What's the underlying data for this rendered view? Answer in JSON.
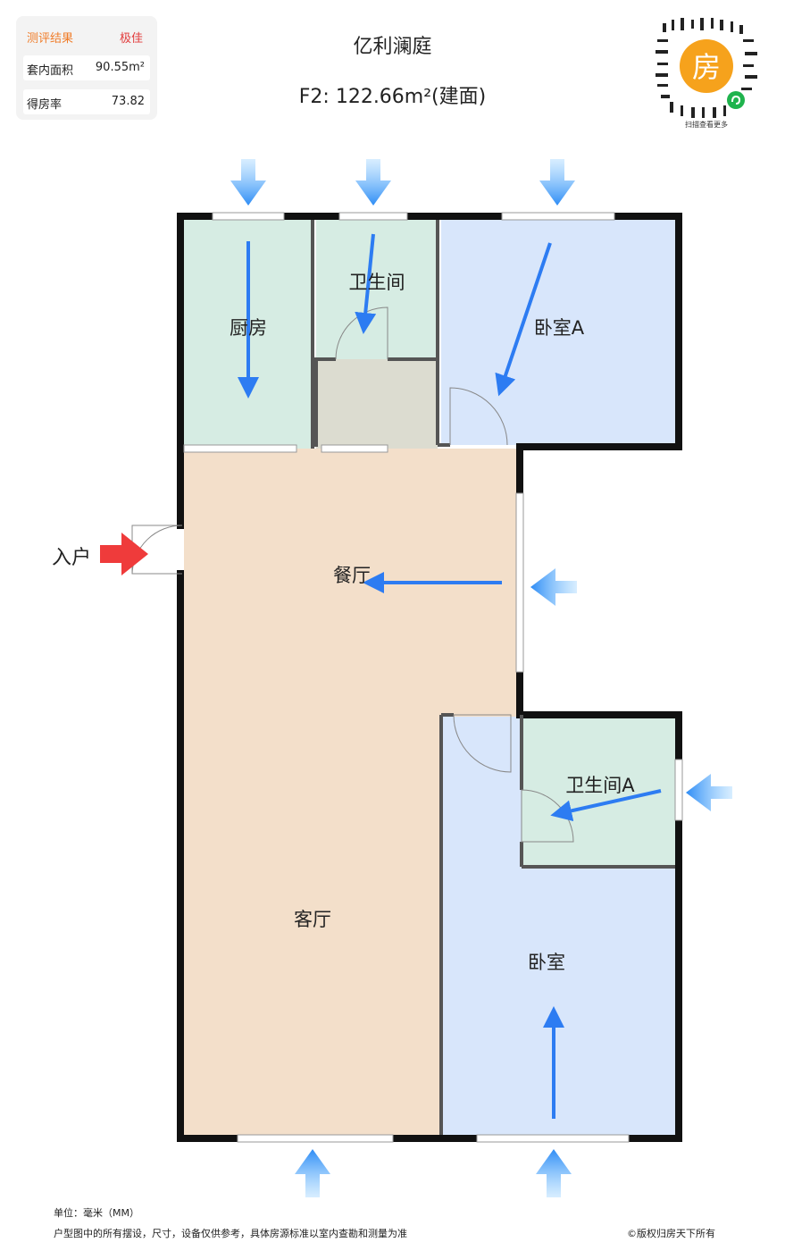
{
  "header": {
    "title": "亿利澜庭",
    "subtitle": "F2: 122.66m²(建面)"
  },
  "evaluation": {
    "heading": "测评结果",
    "rating": "极佳",
    "rows": [
      {
        "label": "套内面积",
        "value": "90.55m²"
      },
      {
        "label": "得房率",
        "value": "73.82"
      }
    ],
    "heading_color": "#f07d2a",
    "rating_color": "#e23b3b"
  },
  "qr": {
    "badge_char": "房",
    "caption": "扫描查看更多",
    "badge_color": "#f6a21c"
  },
  "rooms": {
    "kitchen": "厨房",
    "bathroom": "卫生间",
    "bedroom_a": "卧室A",
    "dining": "餐厅",
    "bathroom_a": "卫生间A",
    "living": "客厅",
    "bedroom": "卧室"
  },
  "entry": {
    "label": "入户"
  },
  "colors": {
    "green_room": "#d6ece3",
    "blue_room": "#d8e6fb",
    "beige_room": "#f3dfca",
    "storage": "#dcdcd0",
    "wall": "#111111",
    "arrow_blue": "#2d7cf2",
    "entry_arrow": "#ef3b3b"
  },
  "footer": {
    "unit": "单位：毫米（MM）",
    "disclaimer": "户型图中的所有摆设，尺寸，设备仅供参考，具体房源标准以室内查勘和测量为准",
    "copyright": "©版权归房天下所有"
  }
}
